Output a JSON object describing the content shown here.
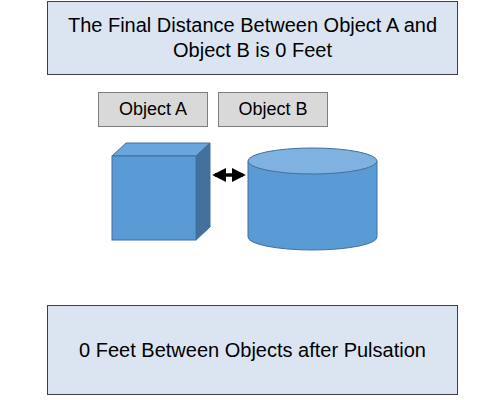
{
  "diagram": {
    "nodes": [
      {
        "text": [
          "The Final Distance Between Object A and Object B is 0 Feet"
        ]
      },
      {
        "text": [
          "Object A"
        ]
      },
      {
        "text": [
          "Object B"
        ]
      },
      {
        "text": [
          "0 Feet Between Objects after Pulsation"
        ]
      }
    ]
  }
}
